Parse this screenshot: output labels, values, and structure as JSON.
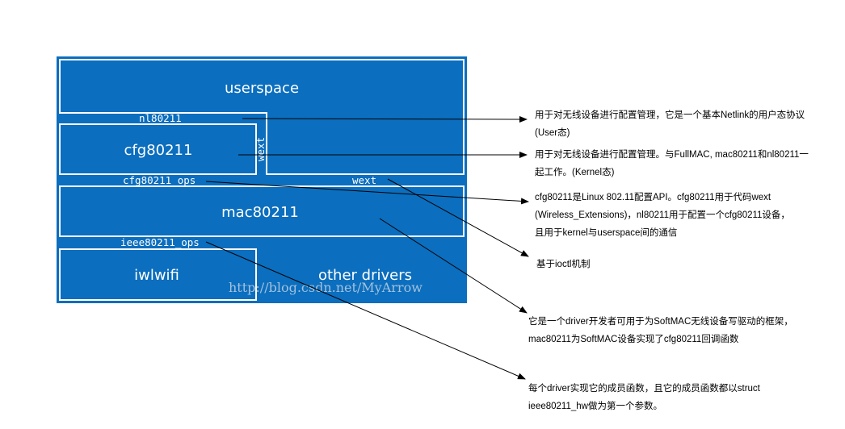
{
  "colors": {
    "block": "#0b6ebe",
    "border": "#ffffff",
    "arrow": "#000000"
  },
  "blocks": {
    "userspace": "userspace",
    "cfg80211": "cfg80211",
    "mac80211": "mac80211",
    "iwlwifi": "iwlwifi",
    "other_drivers": "other drivers"
  },
  "interfaces": {
    "nl80211": "nl80211",
    "wext_vertical": "wext",
    "cfg80211_ops": "cfg80211_ops",
    "wext": "wext",
    "ieee80211_ops": "ieee80211_ops"
  },
  "watermark": "http://blog.csdn.net/MyArrow",
  "annotations": {
    "nl80211": [
      "用于对无线设备进行配置管理，它是一个基本Netlink的用户态协议",
      "(User态)"
    ],
    "cfg80211": [
      "用于对无线设备进行配置管理。与FullMAC, mac80211和nl80211一",
      "起工作。(Kernel态)"
    ],
    "cfg80211_ops": [
      "cfg80211是Linux 802.11配置API。cfg80211用于代码wext",
      "(Wireless_Extensions)，nl80211用于配置一个cfg80211设备，",
      "且用于kernel与userspace间的通信"
    ],
    "wext": [
      "基于ioctl机制"
    ],
    "mac80211": [
      "它是一个driver开发者可用于为SoftMAC无线设备写驱动的框架，",
      "mac80211为SoftMAC设备实现了cfg80211回调函数"
    ],
    "ieee80211_ops": [
      "每个driver实现它的成员函数，且它的成员函数都以struct",
      "ieee80211_hw做为第一个参数。"
    ]
  }
}
